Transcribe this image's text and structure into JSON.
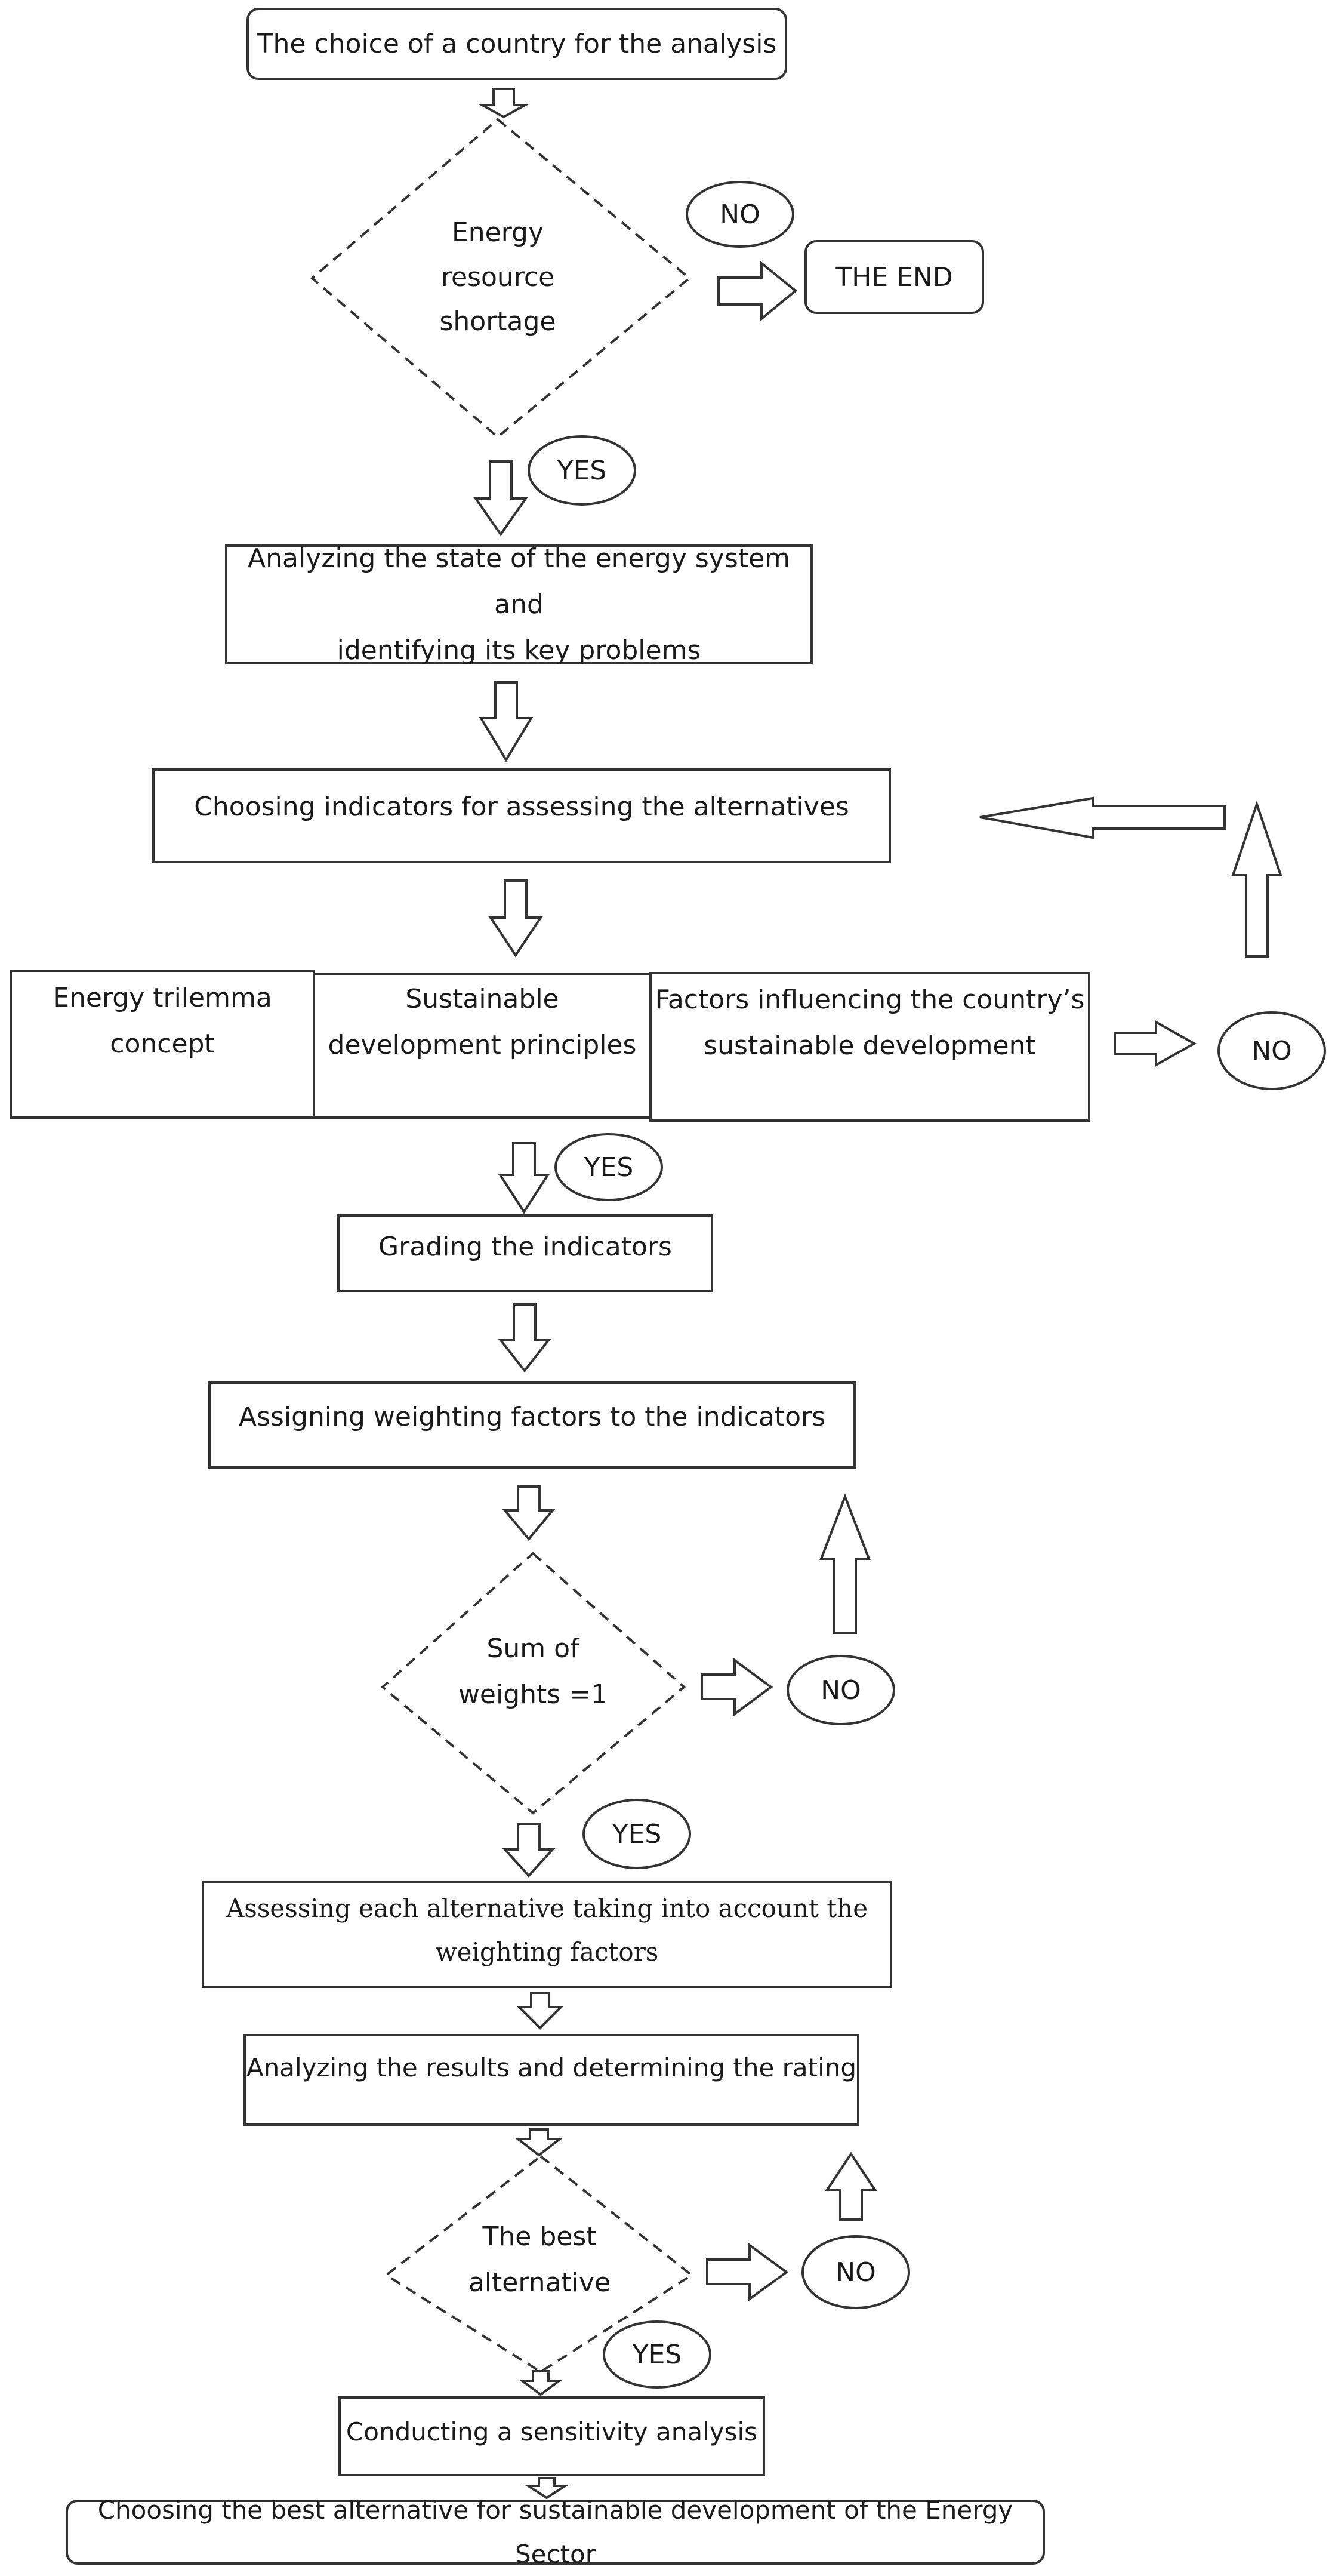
{
  "flowchart": {
    "start": "The choice of a country for the analysis",
    "decision_shortage": [
      "Energy",
      "resource",
      "shortage"
    ],
    "no_1": "NO",
    "end": "THE END",
    "yes_1": "YES",
    "analyze_system": [
      "Analyzing the state of the energy system and",
      "identifying its key problems"
    ],
    "choose_indicators": "Choosing indicators for assessing the alternatives",
    "energy_trilemma": [
      "Energy trilemma",
      "concept"
    ],
    "sustainable_principles": [
      "Sustainable",
      "development principles"
    ],
    "factors": [
      "Factors influencing the country’s",
      "sustainable development"
    ],
    "no_2": "NO",
    "yes_2": "YES",
    "grading": "Grading the indicators",
    "assign_weights": "Assigning weighting factors to the indicators",
    "decision_sum": [
      "Sum of",
      "weights =1"
    ],
    "no_3": "NO",
    "yes_3": "YES",
    "assess_alternatives": [
      "Assessing each alternative taking into account the",
      "weighting factors"
    ],
    "analyze_results": "Analyzing the results and determining the rating",
    "decision_best": [
      "The best",
      "alternative"
    ],
    "no_4": "NO",
    "yes_4": "YES",
    "sensitivity": "Conducting a sensitivity analysis",
    "final": "Choosing the best alternative for sustainable development of the Energy Sector"
  }
}
